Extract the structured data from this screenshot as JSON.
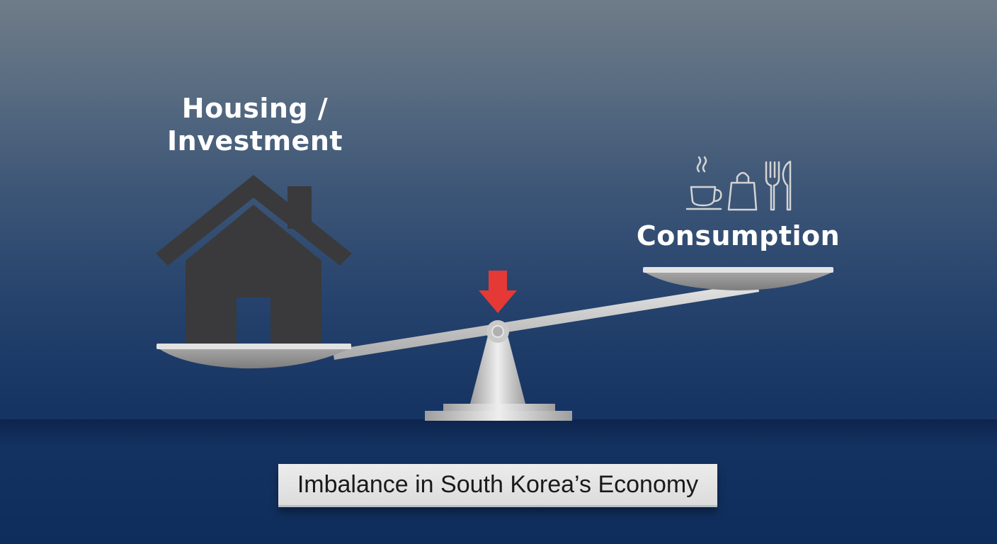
{
  "scene": {
    "left_pan": {
      "label": "Housing / Investment",
      "label_line1": "Housing /",
      "label_line2": "Investment",
      "icon": "house-icon",
      "position": "low"
    },
    "right_pan": {
      "label": "Consumption",
      "icons": [
        "coffee-cup-icon",
        "shopping-bag-icon",
        "fork-icon",
        "knife-icon"
      ],
      "position": "high"
    },
    "fulcrum_indicator": {
      "icon": "down-arrow-icon",
      "color": "#e53935"
    },
    "caption": "Imbalance in South Korea’s Economy"
  },
  "colors": {
    "background_top": "#6f7c88",
    "background_bottom": "#0f2d5c",
    "house": "#3a3a3c",
    "metal": "#c8c8c8",
    "text": "#ffffff",
    "arrow": "#e53935",
    "caption_bg": "#e6e6e6"
  }
}
